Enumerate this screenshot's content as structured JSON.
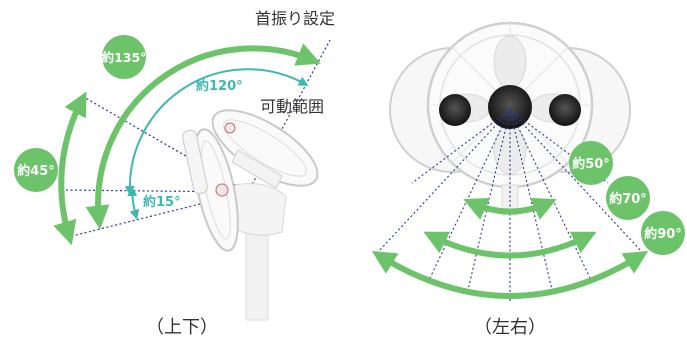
{
  "left_diagram": {
    "caption": "（上下）",
    "label_neck_swing": "首振り設定",
    "label_movable_range": "可動範囲",
    "badge_135": "約135°",
    "badge_45": "約45°",
    "label_120": "約120°",
    "label_15": "約15°"
  },
  "right_diagram": {
    "caption": "（左右）",
    "badge_50": "約50°",
    "badge_70": "約70°",
    "badge_90": "約90°"
  },
  "colors": {
    "green": "#6cc36a",
    "teal": "#3fb8b0",
    "navy_dots": "#2a3a8c",
    "fan_outline": "#cfcfcf",
    "text": "#333333"
  }
}
